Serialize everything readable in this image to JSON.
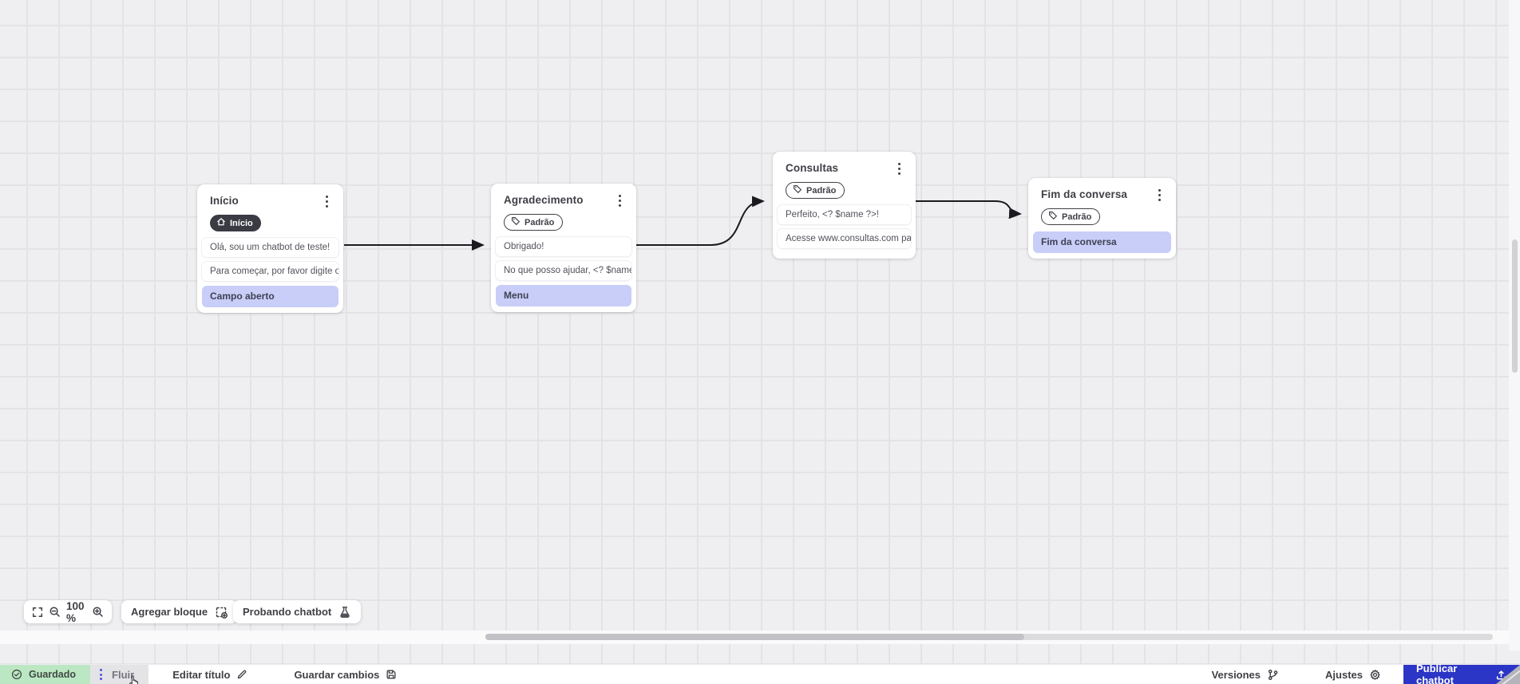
{
  "canvas": {
    "nodes": [
      {
        "title": "Início",
        "badge": "Início",
        "badge_style": "dark",
        "messages": [
          "Olá, sou um chatbot de teste!",
          "Para começar, por favor digite o ..."
        ],
        "action": "Campo aberto"
      },
      {
        "title": "Agradecimento",
        "badge": "Padrão",
        "badge_style": "outline",
        "messages": [
          "Obrigado!",
          "No que posso ajudar, <? $name ..."
        ],
        "action": "Menu"
      },
      {
        "title": "Consultas",
        "badge": "Padrão",
        "badge_style": "outline",
        "messages": [
          "Perfeito, <? $name ?>!",
          "Acesse www.consultas.com par..."
        ]
      },
      {
        "title": "Fim da conversa",
        "badge": "Padrão",
        "badge_style": "outline",
        "messages": [],
        "action": "Fim da conversa"
      }
    ]
  },
  "toolbar": {
    "zoom_value": "100 %",
    "add_block": "Agregar bloque",
    "test_chatbot": "Probando chatbot"
  },
  "statusbar": {
    "saved": "Guardado",
    "flow_tab": "Fluir",
    "edit_title": "Editar título",
    "save_changes": "Guardar cambios",
    "versions": "Versiones",
    "settings": "Ajustes",
    "publish": "Publicar chatbot"
  },
  "colors": {
    "canvas_bg": "#efeff1",
    "grid_line": "#e3e3e6",
    "node_accent_purple": "#c8cef7",
    "badge_dark": "#3b3b44",
    "saved_green": "#bce7c3",
    "publish_blue": "#2b35c6",
    "wire": "#1b1b1f"
  }
}
